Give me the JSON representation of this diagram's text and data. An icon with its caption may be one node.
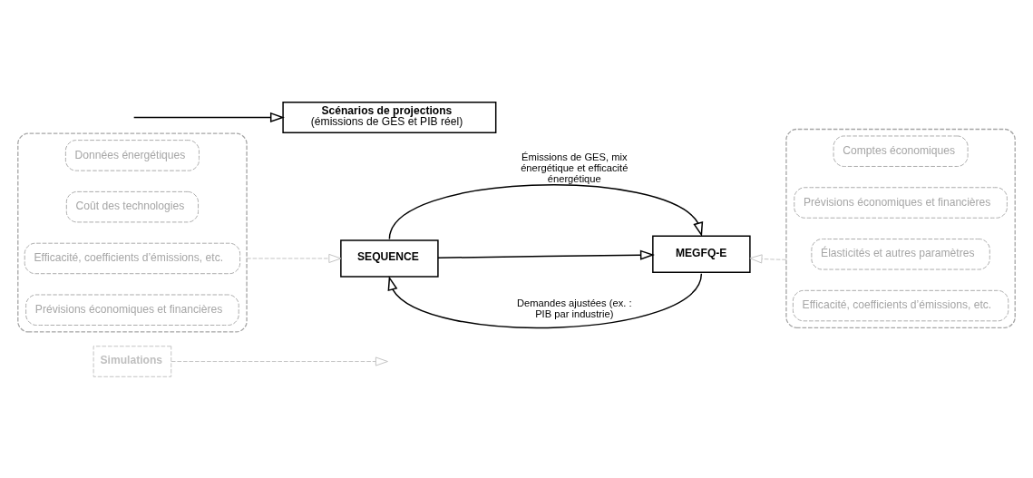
{
  "diagram": {
    "nodes": [
      {
        "text": [
          "Simulations"
        ]
      },
      {
        "text": [],
        "shape": "box"
      },
      {
        "text": [
          "Données énergétiques"
        ],
        "in": 1
      },
      {
        "text": [
          "Coût des technologies"
        ],
        "in": 1
      },
      {
        "text": [
          "Efficacité, coefficients d’émissions, etc."
        ],
        "in": 1
      },
      {
        "text": [
          "Prévisions économiques et financières"
        ],
        "in": 1
      },
      {
        "text": [
          "SEQUENCE"
        ]
      },
      {
        "text": [
          "MEGFQ-E"
        ]
      },
      {
        "text": [],
        "shape": "box"
      },
      {
        "text": [
          "Comptes économiques"
        ],
        "in": 8
      },
      {
        "text": [
          "Prévisions économiques et financières"
        ],
        "in": 8
      },
      {
        "text": [
          "Élasticités et autres paramètres"
        ],
        "in": 8
      },
      {
        "text": [
          "Efficacité, coefficients d’émissions, etc."
        ],
        "in": 8
      },
      {
        "text": [
          "Scénarios de projections",
          "(émissions de GES et PIB réel)"
        ]
      }
    ],
    "edges": [
      {
        "from": 0,
        "to": null,
        "arrow": "to",
        "style": "dashed",
        "color": "#bfbfbf"
      },
      {
        "from": 1,
        "to": 6,
        "arrow": "to",
        "style": "dashed",
        "color": "#bfbfbf"
      },
      {
        "from": 8,
        "to": 7,
        "arrow": "to",
        "style": "dashed",
        "color": "#bfbfbf"
      },
      {
        "from": 6,
        "to": 7,
        "arrow": "to",
        "label": "Émissions de GES, mix énergétique et efficacité énergétique"
      },
      {
        "from": 6,
        "to": 7,
        "arrow": "to"
      },
      {
        "from": 7,
        "to": 6,
        "arrow": "to",
        "label": "Demandes ajustées (ex. : PIB par industrie)"
      },
      {
        "from": null,
        "to": 13,
        "arrow": "to"
      }
    ]
  }
}
